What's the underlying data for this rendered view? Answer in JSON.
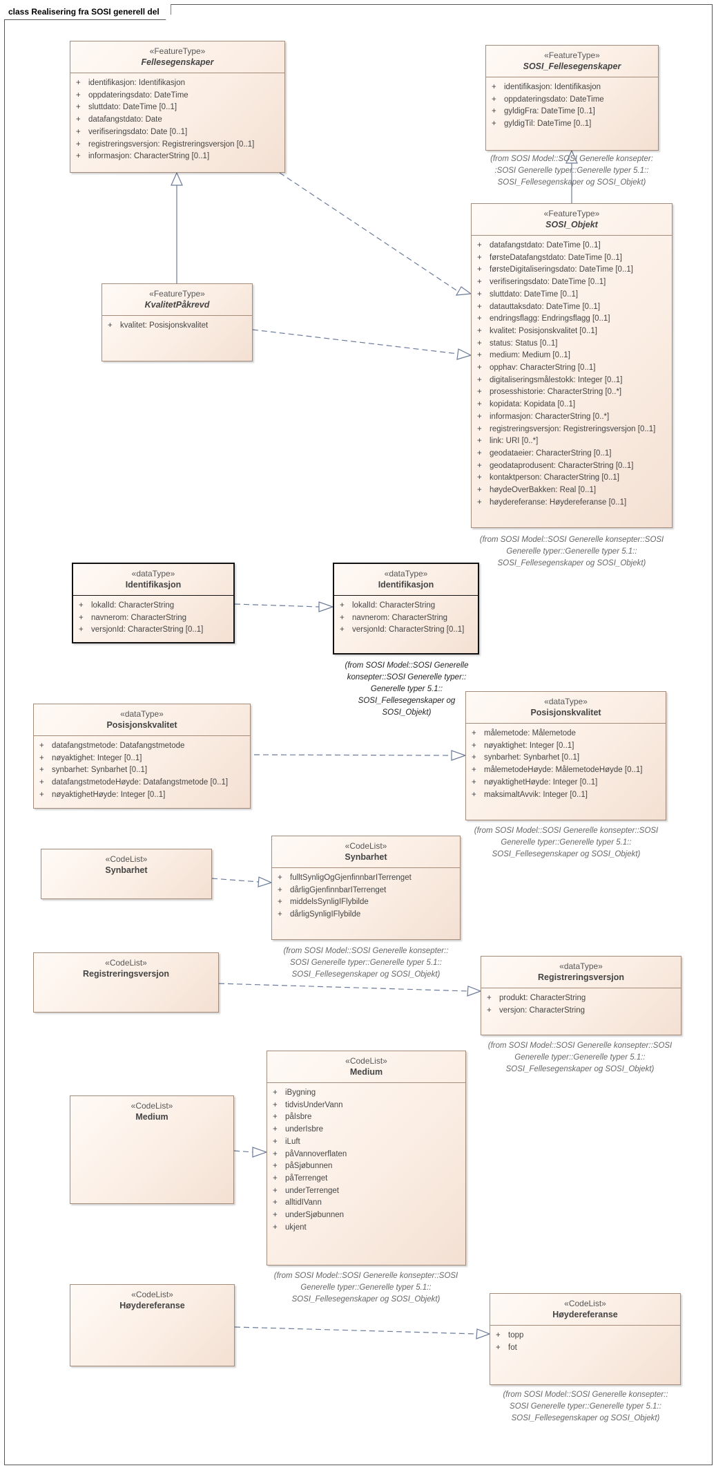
{
  "diagram": {
    "title": "class Realisering fra SOSI generell del"
  },
  "classes": {
    "fellesegenskaper": {
      "stereotype": "«FeatureType»",
      "name": "Fellesegenskaper",
      "attributes": [
        {
          "vis": "+",
          "text": "identifikasjon: Identifikasjon"
        },
        {
          "vis": "+",
          "text": "oppdateringsdato: DateTime"
        },
        {
          "vis": "+",
          "text": "sluttdato: DateTime [0..1]"
        },
        {
          "vis": "+",
          "text": "datafangstdato: Date"
        },
        {
          "vis": "+",
          "text": "verifiseringsdato: Date [0..1]"
        },
        {
          "vis": "+",
          "text": "registreringsversjon: Registreringsversjon [0..1]"
        },
        {
          "vis": "+",
          "text": "informasjon: CharacterString [0..1]"
        }
      ]
    },
    "sosi_fellesegenskaper": {
      "stereotype": "«FeatureType»",
      "name": "SOSI_Fellesegenskaper",
      "attributes": [
        {
          "vis": "+",
          "text": "identifikasjon: Identifikasjon"
        },
        {
          "vis": "+",
          "text": "oppdateringsdato: DateTime"
        },
        {
          "vis": "+",
          "text": "gyldigFra: DateTime [0..1]"
        },
        {
          "vis": "+",
          "text": "gyldigTil: DateTime [0..1]"
        }
      ],
      "note": "(from SOSI Model::SOSI Generelle konsepter::SOSI Generelle typer::Generelle typer 5.1::SOSI_Fellesegenskaper og SOSI_Objekt)"
    },
    "kvalitet_pakrevd": {
      "stereotype": "«FeatureType»",
      "name": "KvalitetPåkrevd",
      "attributes": [
        {
          "vis": "+",
          "text": "kvalitet: Posisjonskvalitet"
        }
      ]
    },
    "sosi_objekt": {
      "stereotype": "«FeatureType»",
      "name": "SOSI_Objekt",
      "attributes": [
        {
          "vis": "+",
          "text": "datafangstdato: DateTime [0..1]"
        },
        {
          "vis": "+",
          "text": "førsteDatafangstdato: DateTime [0..1]"
        },
        {
          "vis": "+",
          "text": "førsteDigitaliseringsdato: DateTime [0..1]"
        },
        {
          "vis": "+",
          "text": "verifiseringsdato: DateTime [0..1]"
        },
        {
          "vis": "+",
          "text": "sluttdato: DateTime [0..1]"
        },
        {
          "vis": "+",
          "text": "datauttaksdato: DateTime [0..1]"
        },
        {
          "vis": "+",
          "text": "endringsflagg: Endringsflagg [0..1]"
        },
        {
          "vis": "+",
          "text": "kvalitet: Posisjonskvalitet [0..1]"
        },
        {
          "vis": "+",
          "text": "status: Status [0..1]"
        },
        {
          "vis": "+",
          "text": "medium: Medium [0..1]"
        },
        {
          "vis": "+",
          "text": "opphav: CharacterString [0..1]"
        },
        {
          "vis": "+",
          "text": "digitaliseringsmålestokk: Integer [0..1]"
        },
        {
          "vis": "+",
          "text": "prosesshistorie: CharacterString [0..*]"
        },
        {
          "vis": "+",
          "text": "kopidata: Kopidata [0..1]"
        },
        {
          "vis": "+",
          "text": "informasjon: CharacterString [0..*]"
        },
        {
          "vis": "+",
          "text": "registreringsversjon: Registreringsversjon [0..1]"
        },
        {
          "vis": "+",
          "text": "link: URI [0..*]"
        },
        {
          "vis": "+",
          "text": "geodataeier: CharacterString [0..1]"
        },
        {
          "vis": "+",
          "text": "geodataprodusent: CharacterString [0..1]"
        },
        {
          "vis": "+",
          "text": "kontaktperson: CharacterString [0..1]"
        },
        {
          "vis": "+",
          "text": "høydeOverBakken: Real [0..1]"
        },
        {
          "vis": "+",
          "text": "høydereferanse: Høydereferanse [0..1]"
        }
      ],
      "note": "(from SOSI Model::SOSI Generelle konsepter::SOSI Generelle typer::Generelle typer 5.1::SOSI_Fellesegenskaper og SOSI_Objekt)"
    },
    "identifikasjon_local": {
      "stereotype": "«dataType»",
      "name": "Identifikasjon",
      "attributes": [
        {
          "vis": "+",
          "text": "lokalId: CharacterString"
        },
        {
          "vis": "+",
          "text": "navnerom: CharacterString"
        },
        {
          "vis": "+",
          "text": "versjonId: CharacterString [0..1]"
        }
      ]
    },
    "identifikasjon_sosi": {
      "stereotype": "«dataType»",
      "name": "Identifikasjon",
      "attributes": [
        {
          "vis": "+",
          "text": "lokalId: CharacterString"
        },
        {
          "vis": "+",
          "text": "navnerom: CharacterString"
        },
        {
          "vis": "+",
          "text": "versjonId: CharacterString [0..1]"
        }
      ],
      "note": "(from SOSI Model::SOSI Generelle konsepter::SOSI Generelle typer::Generelle typer 5.1::SOSI_Fellesegenskaper og SOSI_Objekt)"
    },
    "posisjonskvalitet_local": {
      "stereotype": "«dataType»",
      "name": "Posisjonskvalitet",
      "attributes": [
        {
          "vis": "+",
          "text": "datafangstmetode: Datafangstmetode"
        },
        {
          "vis": "+",
          "text": "nøyaktighet: Integer [0..1]"
        },
        {
          "vis": "+",
          "text": "synbarhet: Synbarhet [0..1]"
        },
        {
          "vis": "+",
          "text": "datafangstmetodeHøyde: Datafangstmetode [0..1]"
        },
        {
          "vis": "+",
          "text": "nøyaktighetHøyde: Integer [0..1]"
        }
      ]
    },
    "posisjonskvalitet_sosi": {
      "stereotype": "«dataType»",
      "name": "Posisjonskvalitet",
      "attributes": [
        {
          "vis": "+",
          "text": "målemetode: Målemetode"
        },
        {
          "vis": "+",
          "text": "nøyaktighet: Integer [0..1]"
        },
        {
          "vis": "+",
          "text": "synbarhet: Synbarhet [0..1]"
        },
        {
          "vis": "+",
          "text": "målemetodeHøyde: MålemetodeHøyde [0..1]"
        },
        {
          "vis": "+",
          "text": "nøyaktighetHøyde: Integer [0..1]"
        },
        {
          "vis": "+",
          "text": "maksimaltAvvik: Integer [0..1]"
        }
      ],
      "note": "(from SOSI Model::SOSI Generelle konsepter::SOSI Generelle typer::Generelle typer 5.1::SOSI_Fellesegenskaper og SOSI_Objekt)"
    },
    "synbarhet_local": {
      "stereotype": "«CodeList»",
      "name": "Synbarhet"
    },
    "synbarhet_sosi": {
      "stereotype": "«CodeList»",
      "name": "Synbarhet",
      "attributes": [
        {
          "vis": "+",
          "text": "fulltSynligOgGjenfinnbarITerrenget"
        },
        {
          "vis": "+",
          "text": "dårligGjenfinnbarITerrenget"
        },
        {
          "vis": "+",
          "text": "middelsSynligIFlybilde"
        },
        {
          "vis": "+",
          "text": "dårligSynligIFlybilde"
        }
      ],
      "note": "(from SOSI Model::SOSI Generelle konsepter::SOSI Generelle typer::Generelle typer 5.1::SOSI_Fellesegenskaper og SOSI_Objekt)"
    },
    "registreringsversjon_local": {
      "stereotype": "«CodeList»",
      "name": "Registreringsversjon"
    },
    "registreringsversjon_sosi": {
      "stereotype": "«dataType»",
      "name": "Registreringsversjon",
      "attributes": [
        {
          "vis": "+",
          "text": "produkt: CharacterString"
        },
        {
          "vis": "+",
          "text": "versjon: CharacterString"
        }
      ],
      "note": "(from SOSI Model::SOSI Generelle konsepter::SOSI Generelle typer::Generelle typer 5.1::SOSI_Fellesegenskaper og SOSI_Objekt)"
    },
    "medium_local": {
      "stereotype": "«CodeList»",
      "name": "Medium"
    },
    "medium_sosi": {
      "stereotype": "«CodeList»",
      "name": "Medium",
      "attributes": [
        {
          "vis": "+",
          "text": "iBygning"
        },
        {
          "vis": "+",
          "text": "tidvisUnderVann"
        },
        {
          "vis": "+",
          "text": "påIsbre"
        },
        {
          "vis": "+",
          "text": "underIsbre"
        },
        {
          "vis": "+",
          "text": "iLuft"
        },
        {
          "vis": "+",
          "text": "påVannoverflaten"
        },
        {
          "vis": "+",
          "text": "påSjøbunnen"
        },
        {
          "vis": "+",
          "text": "påTerrenget"
        },
        {
          "vis": "+",
          "text": "underTerrenget"
        },
        {
          "vis": "+",
          "text": "alltidIVann"
        },
        {
          "vis": "+",
          "text": "underSjøbunnen"
        },
        {
          "vis": "+",
          "text": "ukjent"
        }
      ],
      "note": "(from SOSI Model::SOSI Generelle konsepter::SOSI Generelle typer::Generelle typer 5.1::SOSI_Fellesegenskaper og SOSI_Objekt)"
    },
    "hoydereferanse_local": {
      "stereotype": "«CodeList»",
      "name": "Høydereferanse"
    },
    "hoydereferanse_sosi": {
      "stereotype": "«CodeList»",
      "name": "Høydereferanse",
      "attributes": [
        {
          "vis": "+",
          "text": "topp"
        },
        {
          "vis": "+",
          "text": "fot"
        }
      ],
      "note": "(from SOSI Model::SOSI Generelle konsepter::SOSI Generelle typer::Generelle typer 5.1::SOSI_Fellesegenskaper og SOSI_Objekt)"
    }
  },
  "notes": {
    "sosi_fellesegenskaper": [
      "(from SOSI Model::SOSI Generelle konsepter:",
      ":SOSI Generelle typer::Generelle typer 5.1::",
      "SOSI_Fellesegenskaper og SOSI_Objekt)"
    ],
    "sosi_objekt": [
      "(from SOSI Model::SOSI Generelle konsepter::SOSI",
      "Generelle typer::Generelle typer 5.1::",
      "SOSI_Fellesegenskaper og SOSI_Objekt)"
    ],
    "identifikasjon_sosi": [
      "(from SOSI Model::SOSI Generelle",
      "konsepter::SOSI Generelle typer::",
      "Generelle typer 5.1::",
      "SOSI_Fellesegenskaper og",
      "SOSI_Objekt)"
    ],
    "posisjonskvalitet_sosi": [
      "(from SOSI Model::SOSI Generelle konsepter::SOSI",
      "Generelle typer::Generelle typer 5.1::",
      "SOSI_Fellesegenskaper og SOSI_Objekt)"
    ],
    "synbarhet_sosi": [
      "(from SOSI Model::SOSI Generelle konsepter::",
      "SOSI Generelle typer::Generelle typer 5.1::",
      "SOSI_Fellesegenskaper og SOSI_Objekt)"
    ],
    "registreringsversjon_sosi": [
      "(from SOSI Model::SOSI Generelle konsepter::SOSI",
      "Generelle typer::Generelle typer 5.1::",
      "SOSI_Fellesegenskaper og SOSI_Objekt)"
    ],
    "medium_sosi": [
      "(from SOSI Model::SOSI Generelle konsepter::SOSI",
      "Generelle typer::Generelle typer 5.1::",
      "SOSI_Fellesegenskaper og SOSI_Objekt)"
    ],
    "hoydereferanse_sosi": [
      "(from SOSI Model::SOSI Generelle konsepter::",
      "SOSI Generelle typer::Generelle typer 5.1::",
      "SOSI_Fellesegenskaper og SOSI_Objekt)"
    ]
  },
  "relations": [
    {
      "kind": "generalization",
      "from": "kvalitet_pakrevd",
      "to": "fellesegenskaper"
    },
    {
      "kind": "generalization",
      "from": "sosi_objekt",
      "to": "sosi_fellesegenskaper"
    },
    {
      "kind": "realization",
      "from": "fellesegenskaper",
      "to": "sosi_objekt"
    },
    {
      "kind": "realization",
      "from": "kvalitet_pakrevd",
      "to": "sosi_objekt"
    },
    {
      "kind": "realization",
      "from": "identifikasjon_local",
      "to": "identifikasjon_sosi"
    },
    {
      "kind": "realization",
      "from": "posisjonskvalitet_local",
      "to": "posisjonskvalitet_sosi"
    },
    {
      "kind": "realization",
      "from": "synbarhet_local",
      "to": "synbarhet_sosi"
    },
    {
      "kind": "realization",
      "from": "registreringsversjon_local",
      "to": "registreringsversjon_sosi"
    },
    {
      "kind": "realization",
      "from": "medium_local",
      "to": "medium_sosi"
    },
    {
      "kind": "realization",
      "from": "hoydereferanse_local",
      "to": "hoydereferanse_sosi"
    }
  ],
  "colors": {
    "box_border": "#a48a78",
    "box_fill_light": "#fffaf6",
    "box_fill_dark": "#f3e0d3",
    "edge": "#6a7a9a"
  }
}
